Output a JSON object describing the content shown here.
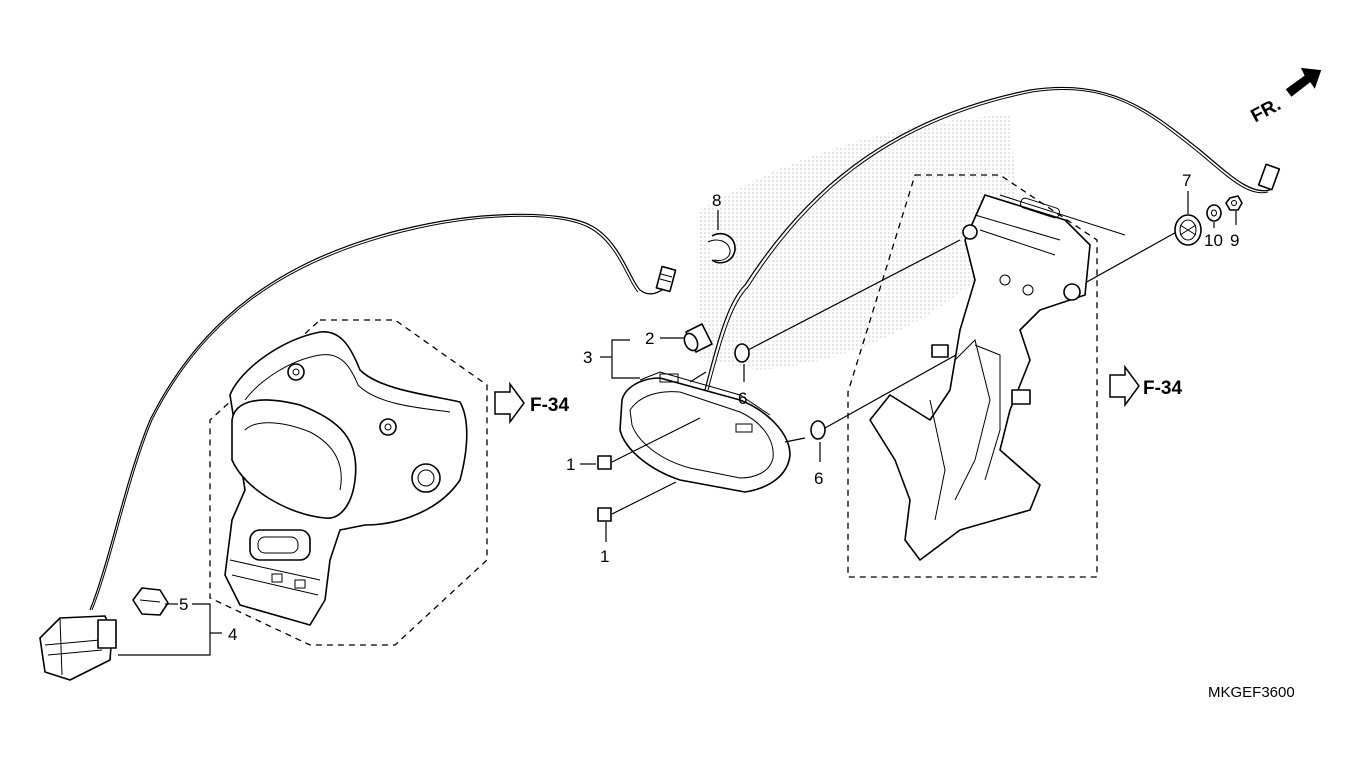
{
  "diagram": {
    "fr_label": "FR.",
    "ref_left": "F-34",
    "ref_right": "F-34",
    "image_code": "MKGEF3600",
    "callouts": {
      "c1a": "1",
      "c1b": "1",
      "c2": "2",
      "c3": "3",
      "c4": "4",
      "c5": "5",
      "c6a": "6",
      "c6b": "6",
      "c7": "7",
      "c8": "8",
      "c9": "9",
      "c10": "10"
    }
  }
}
